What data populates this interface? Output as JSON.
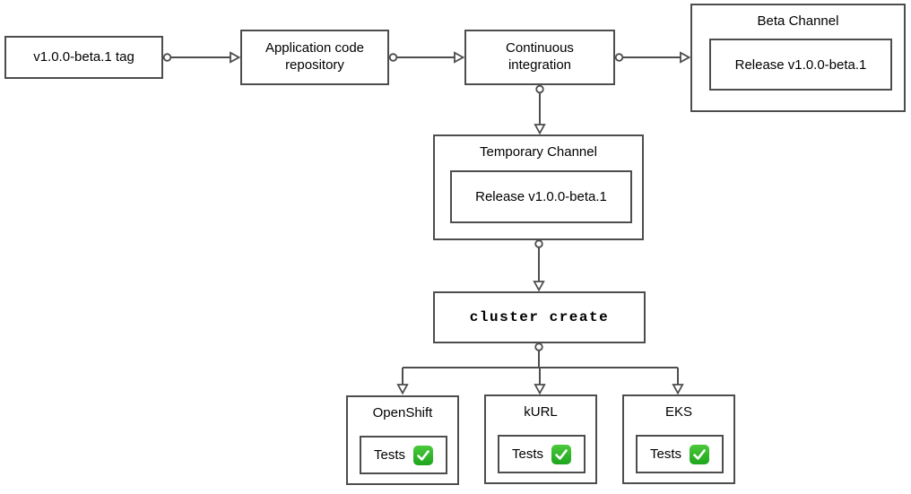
{
  "diagram": {
    "nodes": {
      "tag": {
        "label": "v1.0.0-beta.1 tag"
      },
      "repo": {
        "label": "Application code repository"
      },
      "ci": {
        "label": "Continuous integration"
      },
      "beta": {
        "title": "Beta Channel",
        "release": "Release v1.0.0-beta.1"
      },
      "temp": {
        "title": "Temporary Channel",
        "release": "Release v1.0.0-beta.1"
      },
      "cluster": {
        "label": "cluster create"
      },
      "platforms": [
        {
          "title": "OpenShift",
          "tests_label": "Tests",
          "status_icon": "check-mark-button"
        },
        {
          "title": "kURL",
          "tests_label": "Tests",
          "status_icon": "check-mark-button"
        },
        {
          "title": "EKS",
          "tests_label": "Tests",
          "status_icon": "check-mark-button"
        }
      ]
    },
    "colors": {
      "border": "#4d4d4d",
      "background": "#ffffff",
      "text": "#000000",
      "check_green": "#2bb02b"
    }
  }
}
